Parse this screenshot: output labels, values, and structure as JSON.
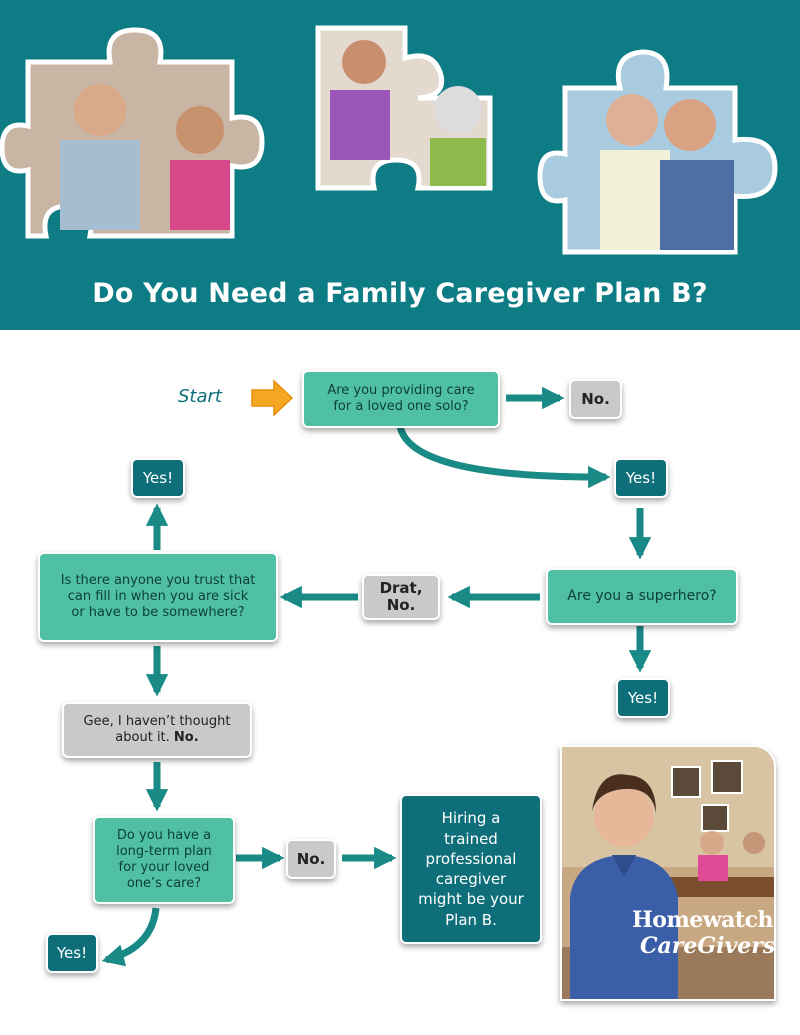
{
  "header": {
    "title": "Do You Need a Family Caregiver Plan B?",
    "bg_color": "#0e7c84"
  },
  "flow": {
    "start_label": "Start",
    "q_solo": "Are you providing care\nfor a loved one solo?",
    "no_1": "No.",
    "yes_1": "Yes!",
    "q_superhero": "Are you a superhero?",
    "yes_2": "Yes!",
    "drat_no": "Drat,\nNo.",
    "q_trust": "Is there anyone you trust that\ncan fill in when you are sick\nor have to be somewhere?",
    "yes_3": "Yes!",
    "gee": "Gee, I haven’t thought\nabout it.",
    "gee_no": "No.",
    "q_plan": "Do you have a\nlong-term plan\nfor your loved\none’s care?",
    "no_2": "No.",
    "yes_4": "Yes!",
    "hire": "Hiring a\ntrained\nprofessional\ncaregiver\nmight be your\nPlan B."
  },
  "logo": {
    "line1": "Homewatch",
    "line2": "CareGivers"
  },
  "colors": {
    "question_box": "#4fc0a4",
    "yes_box": "#0e6f7a",
    "no_box": "#c9c9c9",
    "arrow": "#1a8a86",
    "start_arrow": "#f5a623"
  }
}
